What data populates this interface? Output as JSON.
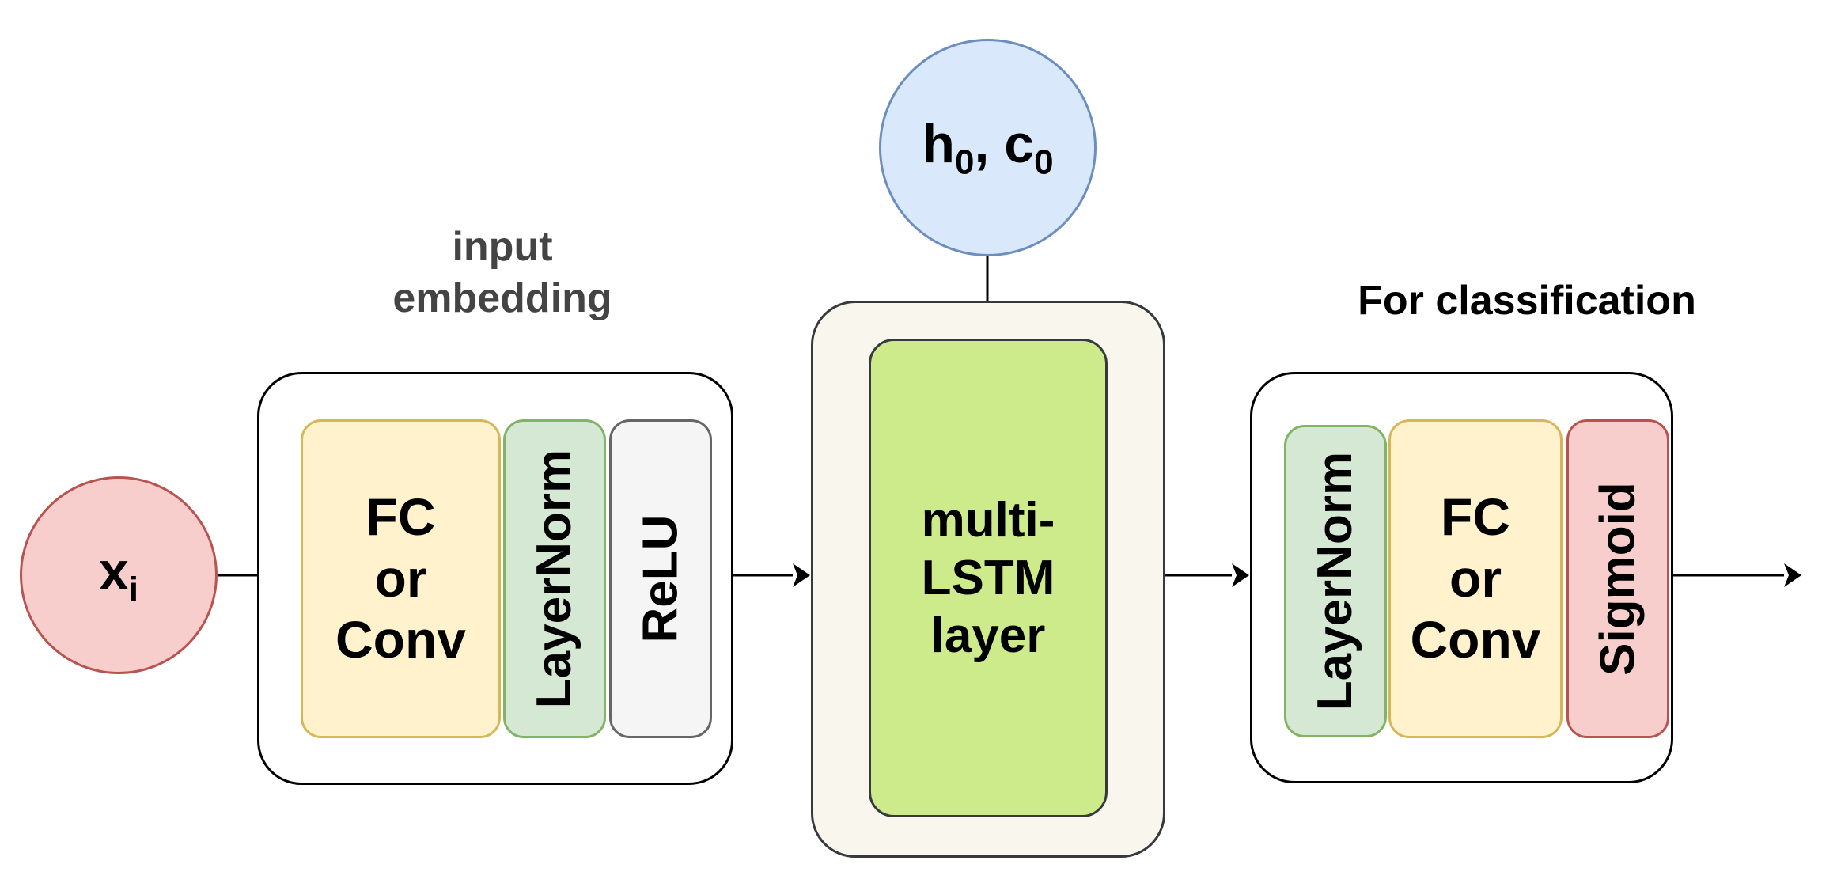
{
  "input_node": {
    "var": "x",
    "sub": "i"
  },
  "initial_state": {
    "h": "h",
    "h_sub": "0",
    "sep": ", ",
    "c": "c",
    "c_sub": "0"
  },
  "input_embedding": {
    "label_line1": "input",
    "label_line2": "embedding",
    "fc_line1": "FC",
    "fc_line2": "or",
    "fc_line3": "Conv",
    "norm": "LayerNorm",
    "activation": "ReLU"
  },
  "lstm": {
    "line1": "multi-",
    "line2": "LSTM",
    "line3": "layer"
  },
  "classification": {
    "label": "For classification",
    "norm": "LayerNorm",
    "fc_line1": "FC",
    "fc_line2": "or",
    "fc_line3": "Conv",
    "activation": "Sigmoid"
  },
  "colors": {
    "input_fill": "#f8cecc",
    "state_fill": "#dae8fc",
    "fc_fill": "#fff2cc",
    "norm_fill": "#d5e8d4",
    "relu_fill": "#f5f5f5",
    "lstm_fill": "#cdeb8b",
    "sigmoid_fill": "#f8cecc"
  }
}
